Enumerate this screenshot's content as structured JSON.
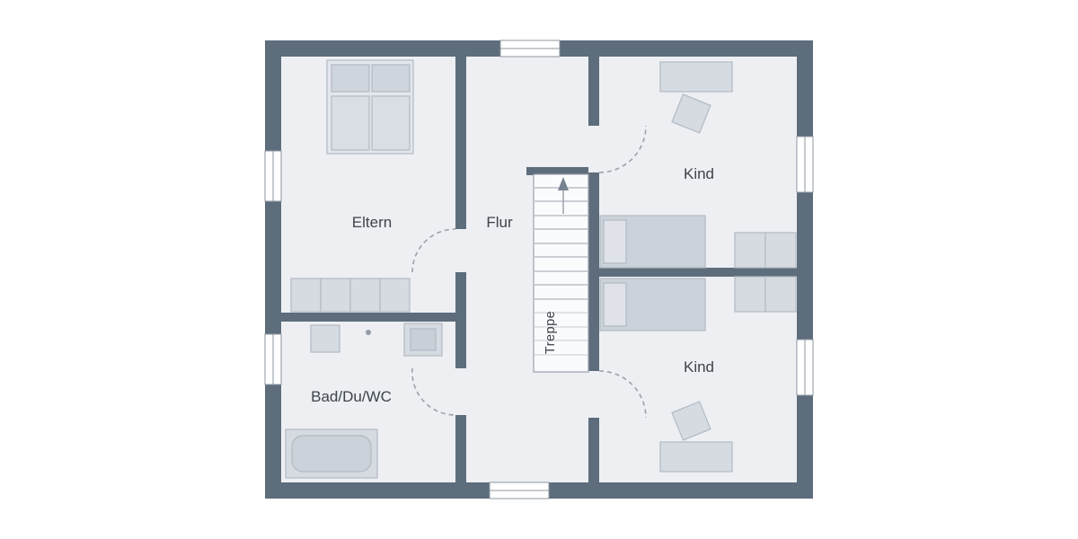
{
  "plan": {
    "type": "floor-plan-upper-floor",
    "rooms": [
      {
        "id": "eltern",
        "label": "Eltern",
        "furniture": [
          "double-bed",
          "wardrobe"
        ]
      },
      {
        "id": "flur",
        "label": "Flur",
        "furniture": []
      },
      {
        "id": "kind-top",
        "label": "Kind",
        "furniture": [
          "desk",
          "chair",
          "bed",
          "wardrobe"
        ]
      },
      {
        "id": "kind-bottom",
        "label": "Kind",
        "furniture": [
          "bed",
          "wardrobe",
          "chair",
          "desk"
        ]
      },
      {
        "id": "bad",
        "label": "Bad/Du/WC",
        "furniture": [
          "washbasin",
          "shower",
          "bathtub"
        ]
      },
      {
        "id": "treppe",
        "label": "Treppe",
        "furniture": []
      }
    ],
    "colors": {
      "wall": "#5d6d7c",
      "floor": "#edeff3",
      "stairs_fill": "#fafbfd",
      "furniture": "#d6dbe1",
      "furniture_dark": "#ccd2d9",
      "bed_light": "#e3e7ed",
      "door_arc": "#9aa3ad",
      "label_text": "#3d434b",
      "background": "#ffffff"
    },
    "counts": {
      "windows": 6,
      "doors": 4,
      "stair_treads": 13
    }
  }
}
